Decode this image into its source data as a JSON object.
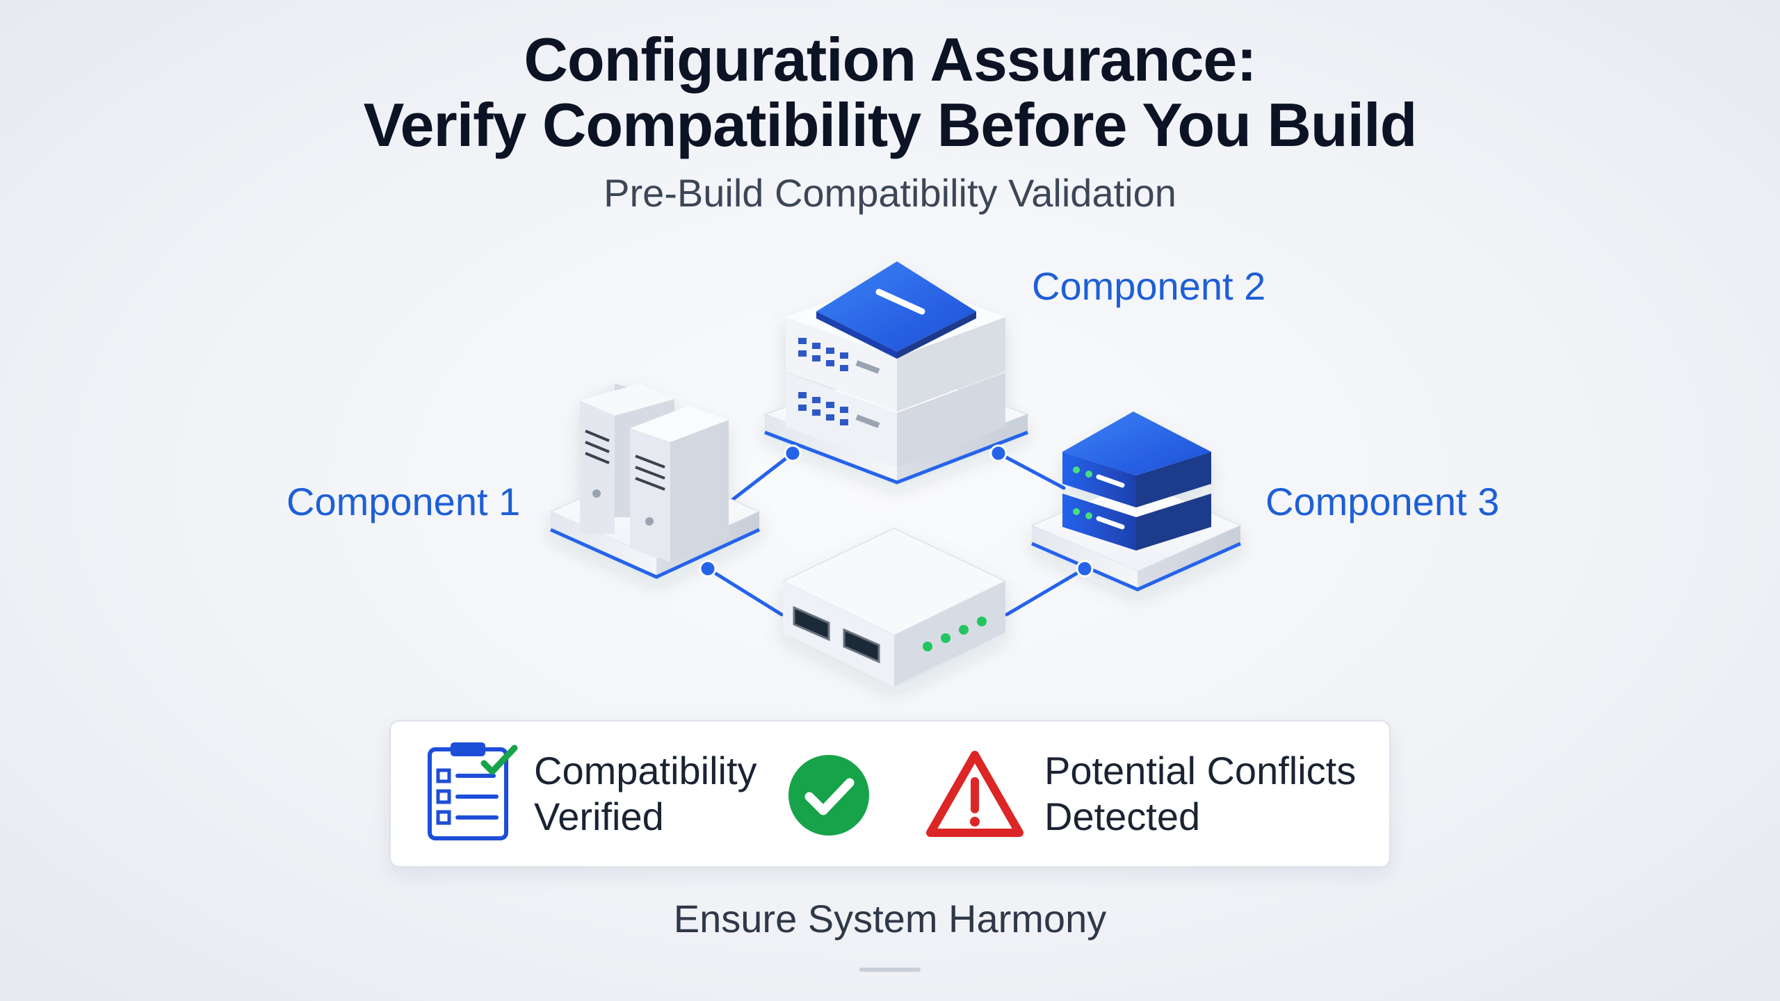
{
  "header": {
    "title_line1": "Configuration Assurance:",
    "title_line2": "Verify Compatibility Before You Build",
    "subtitle": "Pre-Build Compatibility Validation"
  },
  "components": [
    {
      "label": "Component 1",
      "icon": "tower-server-icon"
    },
    {
      "label": "Component 2",
      "icon": "rack-server-icon"
    },
    {
      "label": "Component 3",
      "icon": "storage-drive-icon"
    }
  ],
  "hub": {
    "icon": "network-hub-icon"
  },
  "status": {
    "verified_line1": "Compatibility",
    "verified_line2": "Verified",
    "verified_icon": "checklist-icon",
    "verified_badge_icon": "check-circle-icon",
    "conflicts_line1": "Potential Conflicts",
    "conflicts_line2": "Detected",
    "conflicts_icon": "warning-triangle-icon"
  },
  "footer": {
    "text": "Ensure System Harmony"
  },
  "colors": {
    "accent_blue": "#2563eb",
    "label_blue": "#1d5fd6",
    "success_green": "#16a34a",
    "warning_red": "#dc2626",
    "title": "#0b1324"
  }
}
